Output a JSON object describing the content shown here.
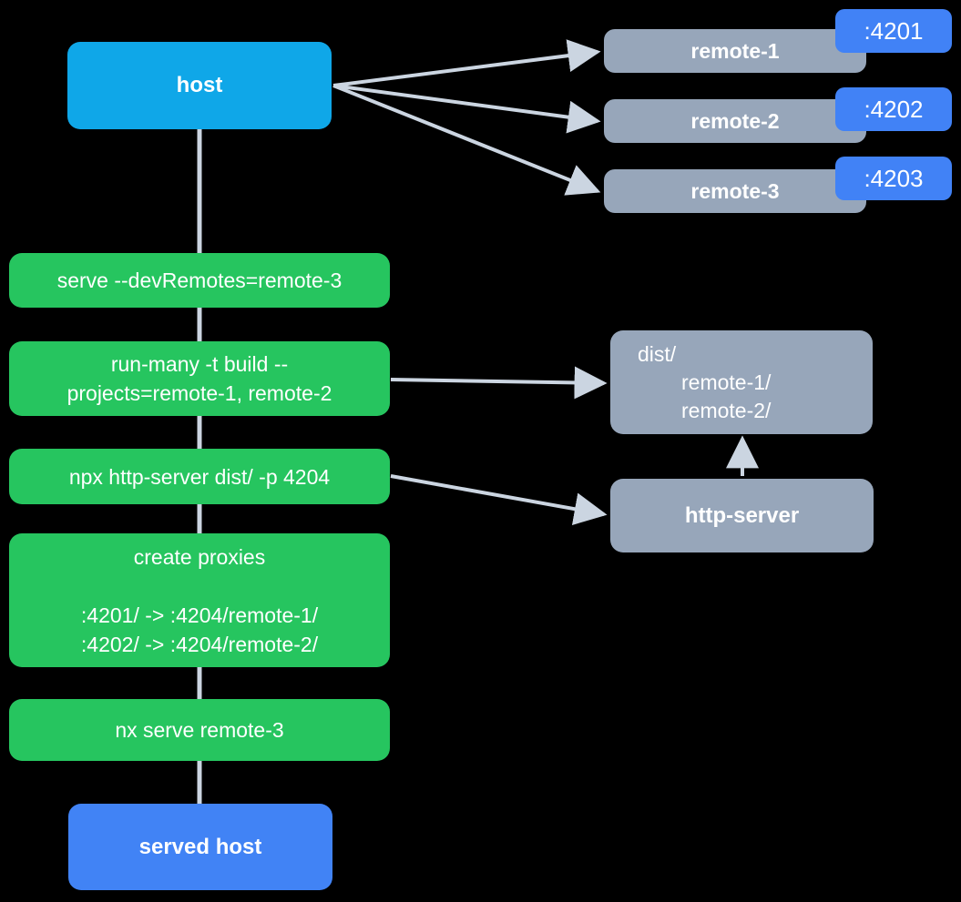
{
  "colors": {
    "background": "#000000",
    "host": "#0fa7e8",
    "remote": "#97a6ba",
    "port_badge": "#4182f6",
    "step": "#26c55f",
    "served_host": "#4183f5",
    "edge": "#cbd5e1",
    "text": "#ffffff"
  },
  "nodes": {
    "host": {
      "label": "host"
    },
    "served_host": {
      "label": "served host"
    },
    "http_server": {
      "label": "http-server"
    },
    "dist": {
      "line1": "dist/",
      "line2": "remote-1/",
      "line3": "remote-2/"
    },
    "remotes": [
      {
        "label": "remote-1",
        "port": ":4201"
      },
      {
        "label": "remote-2",
        "port": ":4202"
      },
      {
        "label": "remote-3",
        "port": ":4203"
      }
    ],
    "steps": {
      "serve": {
        "label": "serve --devRemotes=remote-3"
      },
      "build": {
        "line1": "run-many -t build --",
        "line2": "projects=remote-1, remote-2"
      },
      "http": {
        "label": "npx http-server dist/ -p 4204"
      },
      "proxies": {
        "title": "create proxies",
        "map1": ":4201/ -> :4204/remote-1/",
        "map2": ":4202/ -> :4204/remote-2/"
      },
      "nx_serve": {
        "label": "nx serve remote-3"
      }
    }
  }
}
